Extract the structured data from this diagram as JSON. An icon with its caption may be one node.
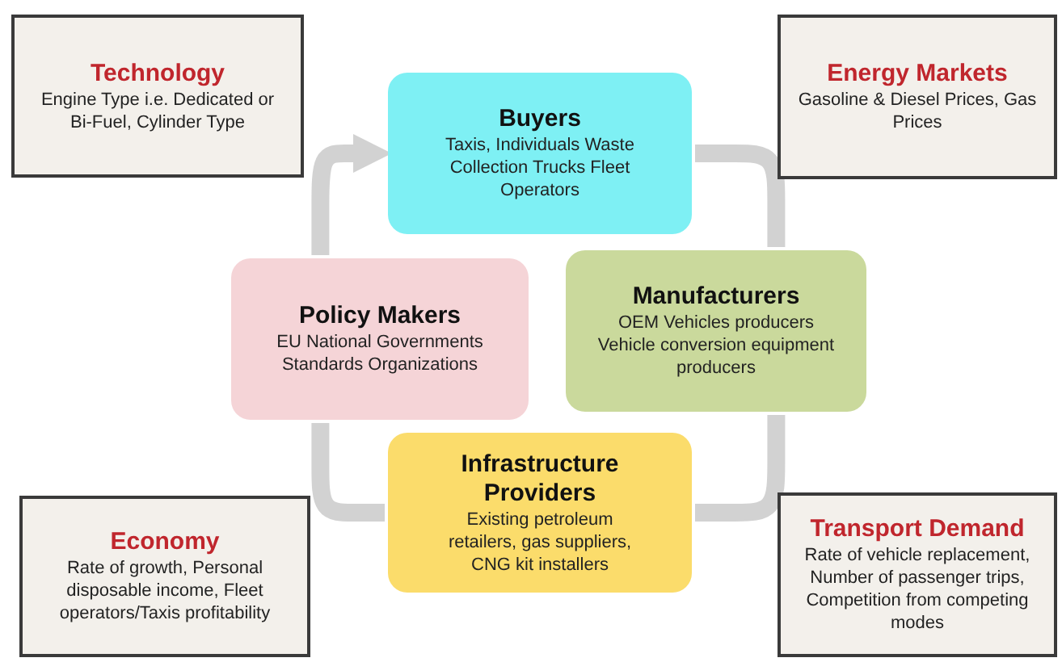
{
  "diagram": {
    "nodes": [
      {
        "text": [
          "Technology",
          "Engine Type i.e. Dedicated or Bi-Fuel, Cylinder Type"
        ]
      },
      {
        "text": [
          "Buyers",
          "Taxis, Individuals Waste Collection Trucks Fleet Operators"
        ]
      },
      {
        "text": [
          "Energy Markets",
          "Gasoline & Diesel Prices, Gas Prices"
        ]
      },
      {
        "text": [
          "Policy Makers",
          "EU National Governments Standards Organizations"
        ]
      },
      {
        "text": [
          "Manufacturers",
          "OEM Vehicles producers Vehicle conversion equipment producers"
        ]
      },
      {
        "text": [
          "Infrastructure Providers",
          "Existing petroleum retailers, gas suppliers, CNG kit installers"
        ]
      },
      {
        "text": [
          "Economy",
          "Rate of growth, Personal disposable income, Fleet operators/Taxis profitability"
        ]
      },
      {
        "text": [
          "Transport Demand",
          "Rate of vehicle replacement, Number of passenger trips, Competition from competing modes"
        ]
      }
    ],
    "edges": [
      {
        "from": 3,
        "to": 1,
        "arrow": "to"
      },
      {
        "from": 1,
        "to": 4,
        "arrow": "none"
      },
      {
        "from": 4,
        "to": 5,
        "arrow": "none"
      },
      {
        "from": 5,
        "to": 3,
        "arrow": "none"
      }
    ]
  }
}
